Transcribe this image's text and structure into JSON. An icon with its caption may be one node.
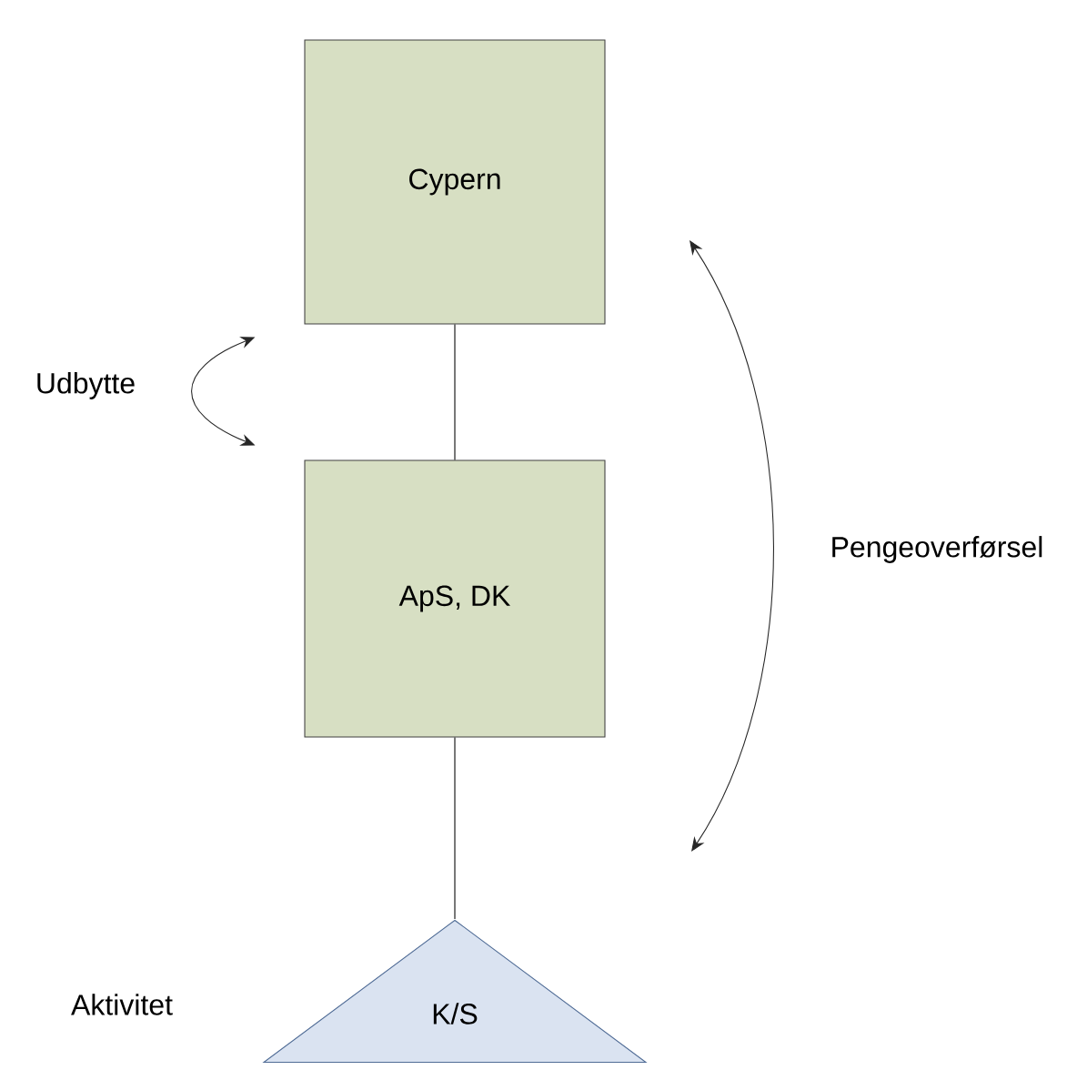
{
  "diagram": {
    "nodes": [
      {
        "text": [
          "Cypern"
        ]
      },
      {
        "text": [
          "ApS, DK"
        ]
      },
      {
        "text": [
          "K/S"
        ]
      }
    ],
    "edges": [
      {
        "from": 0,
        "to": 1,
        "arrow": "none"
      },
      {
        "from": 1,
        "to": 2,
        "arrow": "none"
      },
      {
        "from": 0,
        "to": 1,
        "arrow": "both",
        "label": "Udbytte"
      }
    ],
    "labels": [
      "Pengeoverførsel",
      "Aktivitet"
    ]
  }
}
